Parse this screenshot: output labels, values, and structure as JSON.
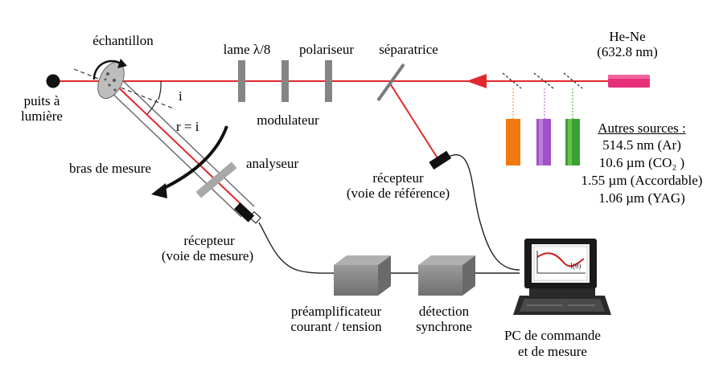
{
  "laser": {
    "name": "He-Ne",
    "wavelength": "(632.8 nm)"
  },
  "components": {
    "sample": "échantillon",
    "light_trap": [
      "puits à",
      "lumière"
    ],
    "waveplate": "lame λ/8",
    "polarizer": "polariseur",
    "beamsplitter": "séparatrice",
    "modulator": "modulateur",
    "analyzer": "analyseur",
    "measurement_arm": "bras de mesure",
    "angle_i": "i",
    "angle_r": "r = i",
    "ref_receiver": [
      "récepteur",
      "(voie de référence)"
    ],
    "meas_receiver": [
      "récepteur",
      "(voie de mesure)"
    ],
    "preamp": [
      "préamplificateur",
      "courant / tension"
    ],
    "lockin": [
      "détection",
      "synchrone"
    ],
    "pc": [
      "PC de commande",
      "et de mesure"
    ]
  },
  "other_sources": {
    "title": "Autres sources :",
    "items": [
      "514.5 nm (Ar)",
      "10.6 µm (CO₂ )",
      "1.55 µm (Accordable)",
      "1.06 µm (YAG)"
    ]
  },
  "colors": {
    "beam": "#e0282d",
    "laser_body": "#e8307a",
    "source_orange": "#f07a10",
    "source_purple": "#a050c8",
    "source_green": "#3aa030",
    "box_gray": "#8c8c8c",
    "optic_gray": "#808080"
  }
}
